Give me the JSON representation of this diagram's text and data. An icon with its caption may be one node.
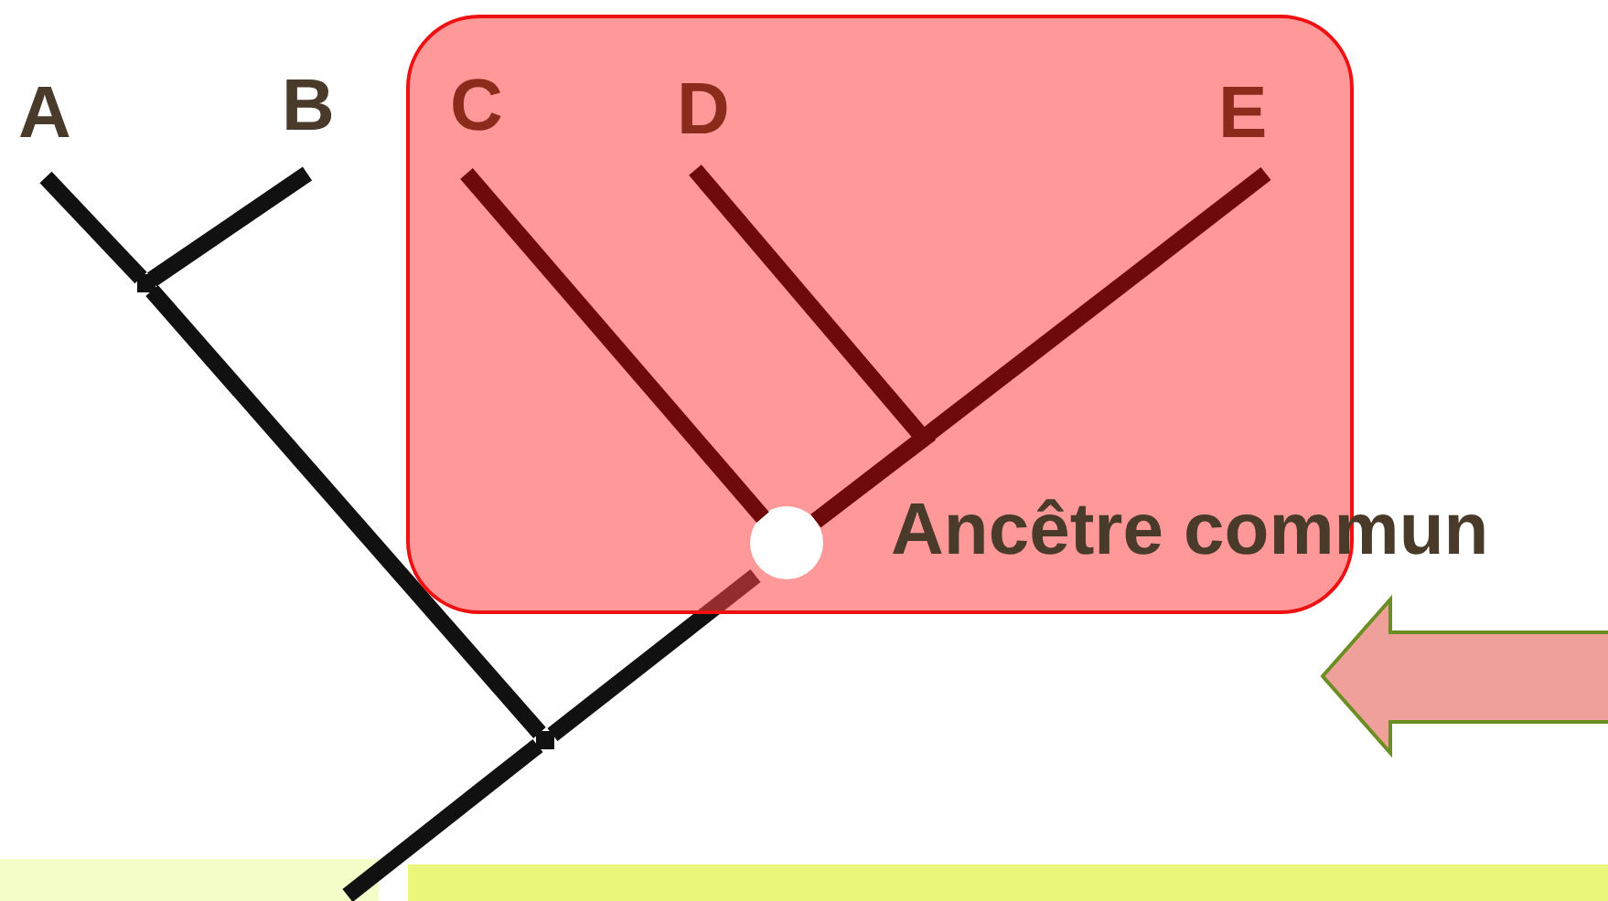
{
  "diagram": {
    "nodes": [
      {
        "text": [],
        "shape": "box"
      },
      {
        "text": [
          "A"
        ]
      },
      {
        "text": [
          "B"
        ]
      },
      {
        "text": [
          "C"
        ],
        "in": 0
      },
      {
        "text": [
          "D"
        ],
        "in": 0
      },
      {
        "text": [
          "E"
        ],
        "in": 0
      },
      {
        "text": [],
        "shape": "circle",
        "in": 0,
        "beside": [
          "Ancêtre commun"
        ]
      },
      {
        "text": [],
        "shape": "point"
      },
      {
        "text": [],
        "shape": "point"
      }
    ],
    "edges": [
      {
        "from": 6,
        "to": 3,
        "arrow": "none",
        "color": "#6e0a0a"
      },
      {
        "from": 6,
        "to": 4,
        "arrow": "none",
        "color": "#6e0a0a"
      },
      {
        "from": 6,
        "to": 5,
        "arrow": "none",
        "color": "#6e0a0a"
      },
      {
        "from": 7,
        "to": 1,
        "arrow": "none"
      },
      {
        "from": 7,
        "to": 2,
        "arrow": "none"
      },
      {
        "from": 8,
        "to": 7,
        "arrow": "none"
      },
      {
        "from": 8,
        "to": 6,
        "arrow": "none"
      },
      {
        "from": null,
        "to": 8,
        "arrow": "none"
      }
    ]
  }
}
